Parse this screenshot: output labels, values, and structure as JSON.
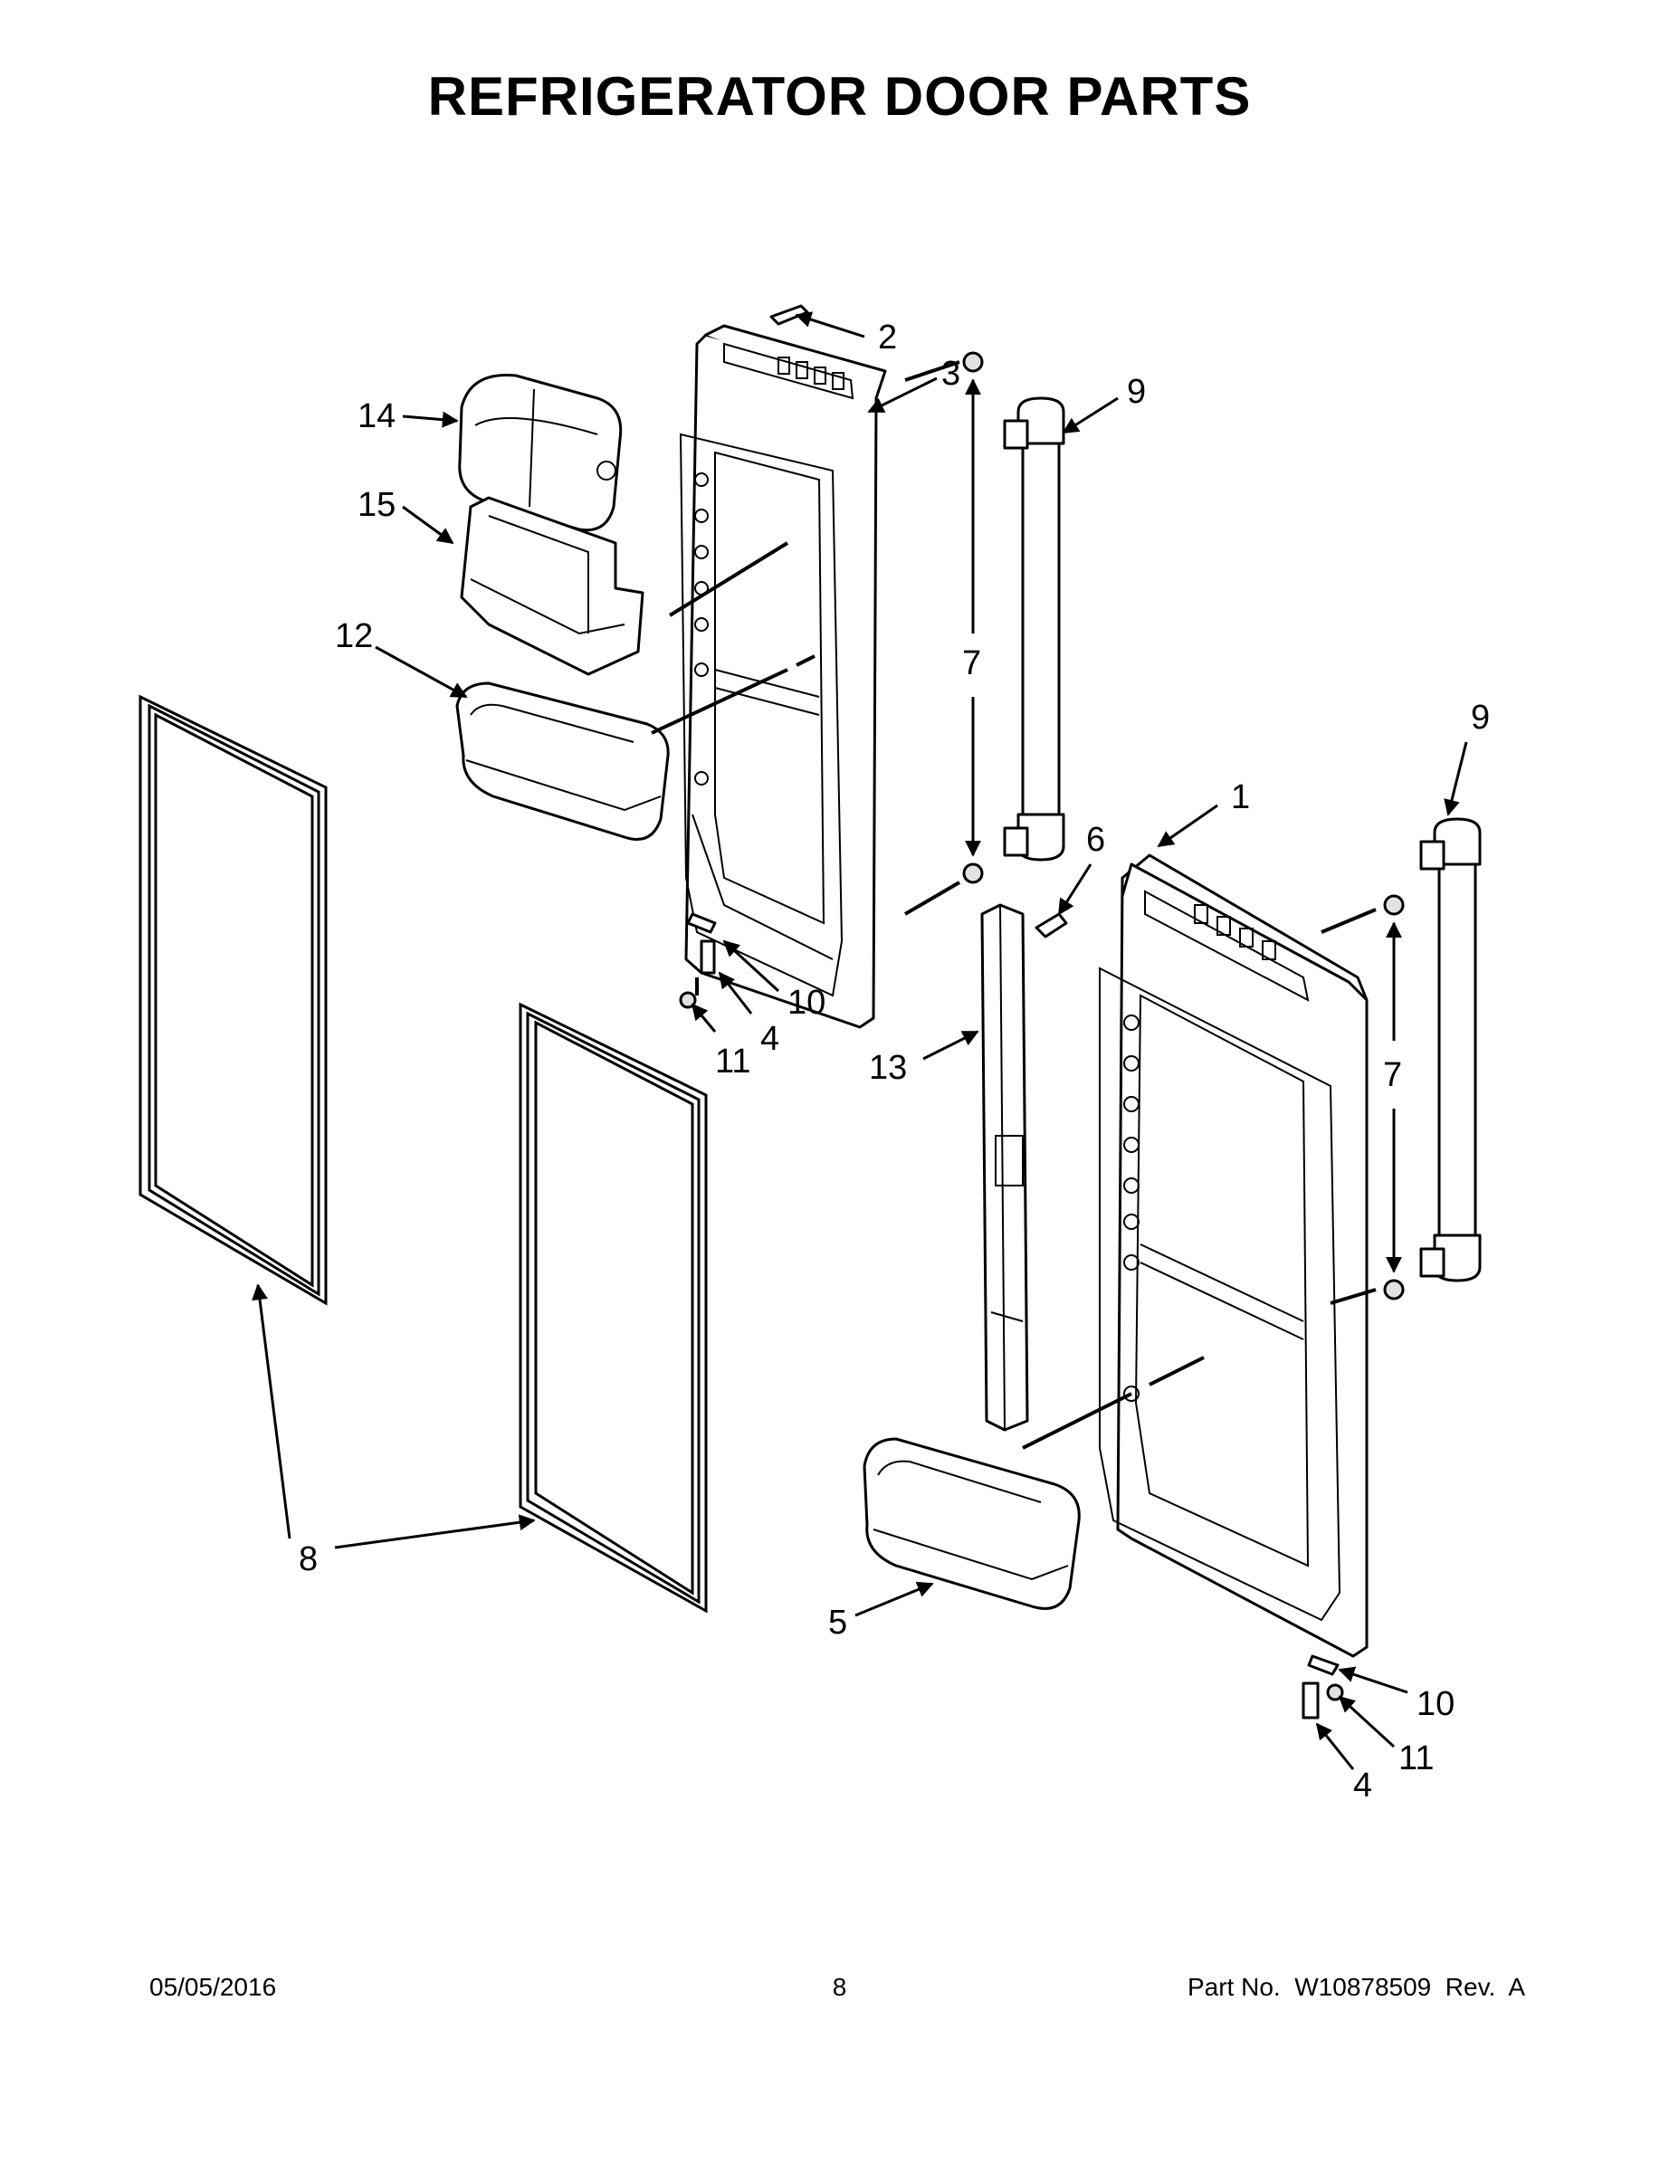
{
  "title": "REFRIGERATOR DOOR PARTS",
  "callouts": {
    "c1": "1",
    "c2": "2",
    "c3": "3",
    "c4a": "4",
    "c4b": "4",
    "c5": "5",
    "c6": "6",
    "c7a": "7",
    "c7b": "7",
    "c8": "8",
    "c9a": "9",
    "c9b": "9",
    "c10a": "10",
    "c10b": "10",
    "c11a": "11",
    "c11b": "11",
    "c12": "12",
    "c13": "13",
    "c14": "14",
    "c15": "15"
  },
  "footer": {
    "date": "05/05/2016",
    "page": "8",
    "part_number": "Part No.  W10878509  Rev.  A"
  }
}
